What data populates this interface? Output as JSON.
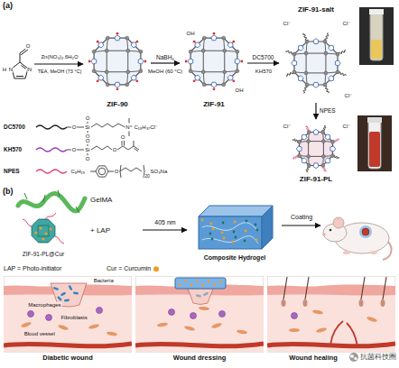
{
  "diagram": {
    "nodes": [
      {
        "text": [
          "ZIF-90"
        ]
      },
      {
        "text": [
          "ZIF-91"
        ]
      },
      {
        "text": [
          "ZIF-91-salt"
        ]
      },
      {
        "text": [
          "ZIF-91-PL"
        ]
      },
      {
        "text": [
          "Composite Hydrogel"
        ]
      },
      {
        "text": [
          "Bacteria",
          "Macrophages",
          "Fibroblasts",
          "Blood vessel",
          "Diabetic wound"
        ]
      },
      {
        "text": [
          "Wound dressing"
        ]
      },
      {
        "text": [
          "Wound healing"
        ]
      }
    ],
    "edges": [
      {
        "from": 0,
        "to": 1,
        "arrow": "to",
        "label": "NaBH₄"
      },
      {
        "from": 1,
        "to": 2,
        "arrow": "to",
        "label": "DC5700"
      },
      {
        "from": 2,
        "to": 3,
        "arrow": "to",
        "label": "NPES"
      }
    ],
    "labels": [
      "(a)",
      "O",
      "N",
      "N",
      "H",
      "Zn(NO₃)₂.6H₂O",
      "TEA, MeOH (73 °C)",
      "MeOH (60 °C)",
      "KH570",
      "OH",
      "OH",
      "Cl⁻",
      "Cl⁻",
      "Cl⁻",
      "Cl⁻",
      "Cl⁻",
      "DC5700",
      "O",
      "Si",
      "O",
      "O",
      "N⁺",
      "C₁₈H₃₇Cl⁻",
      "KH570",
      "O",
      "Si",
      "O",
      "O",
      "O",
      "O",
      "NPES",
      "C₉H₁₉",
      "O",
      "20",
      "SO₃Na",
      "(b)",
      "GelMA",
      "+ LAP",
      "ZIF-91-PL@Cur",
      "405 nm",
      "Coating",
      "LAP = Photo-initiator",
      "抗菌科技圈"
    ],
    "legend": [
      {
        "text": "Cur = Curcumin",
        "color": "#f39c1f"
      }
    ]
  }
}
